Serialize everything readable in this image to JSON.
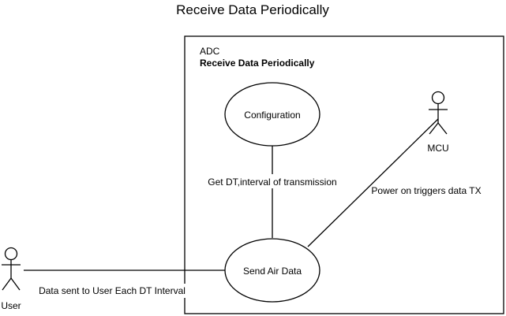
{
  "diagram_title": "Receive Data Periodically",
  "system_boundary": {
    "label": "ADC",
    "name": "Receive Data Periodically"
  },
  "use_cases": {
    "configuration": "Configuration",
    "send_air_data": "Send Air Data"
  },
  "actors": {
    "mcu": "MCU",
    "user": "User"
  },
  "associations": {
    "config_to_send": "Get DT,interval of transmission",
    "mcu_to_send": "Power on triggers data TX",
    "send_to_user": "Data sent to User Each DT Interval"
  }
}
